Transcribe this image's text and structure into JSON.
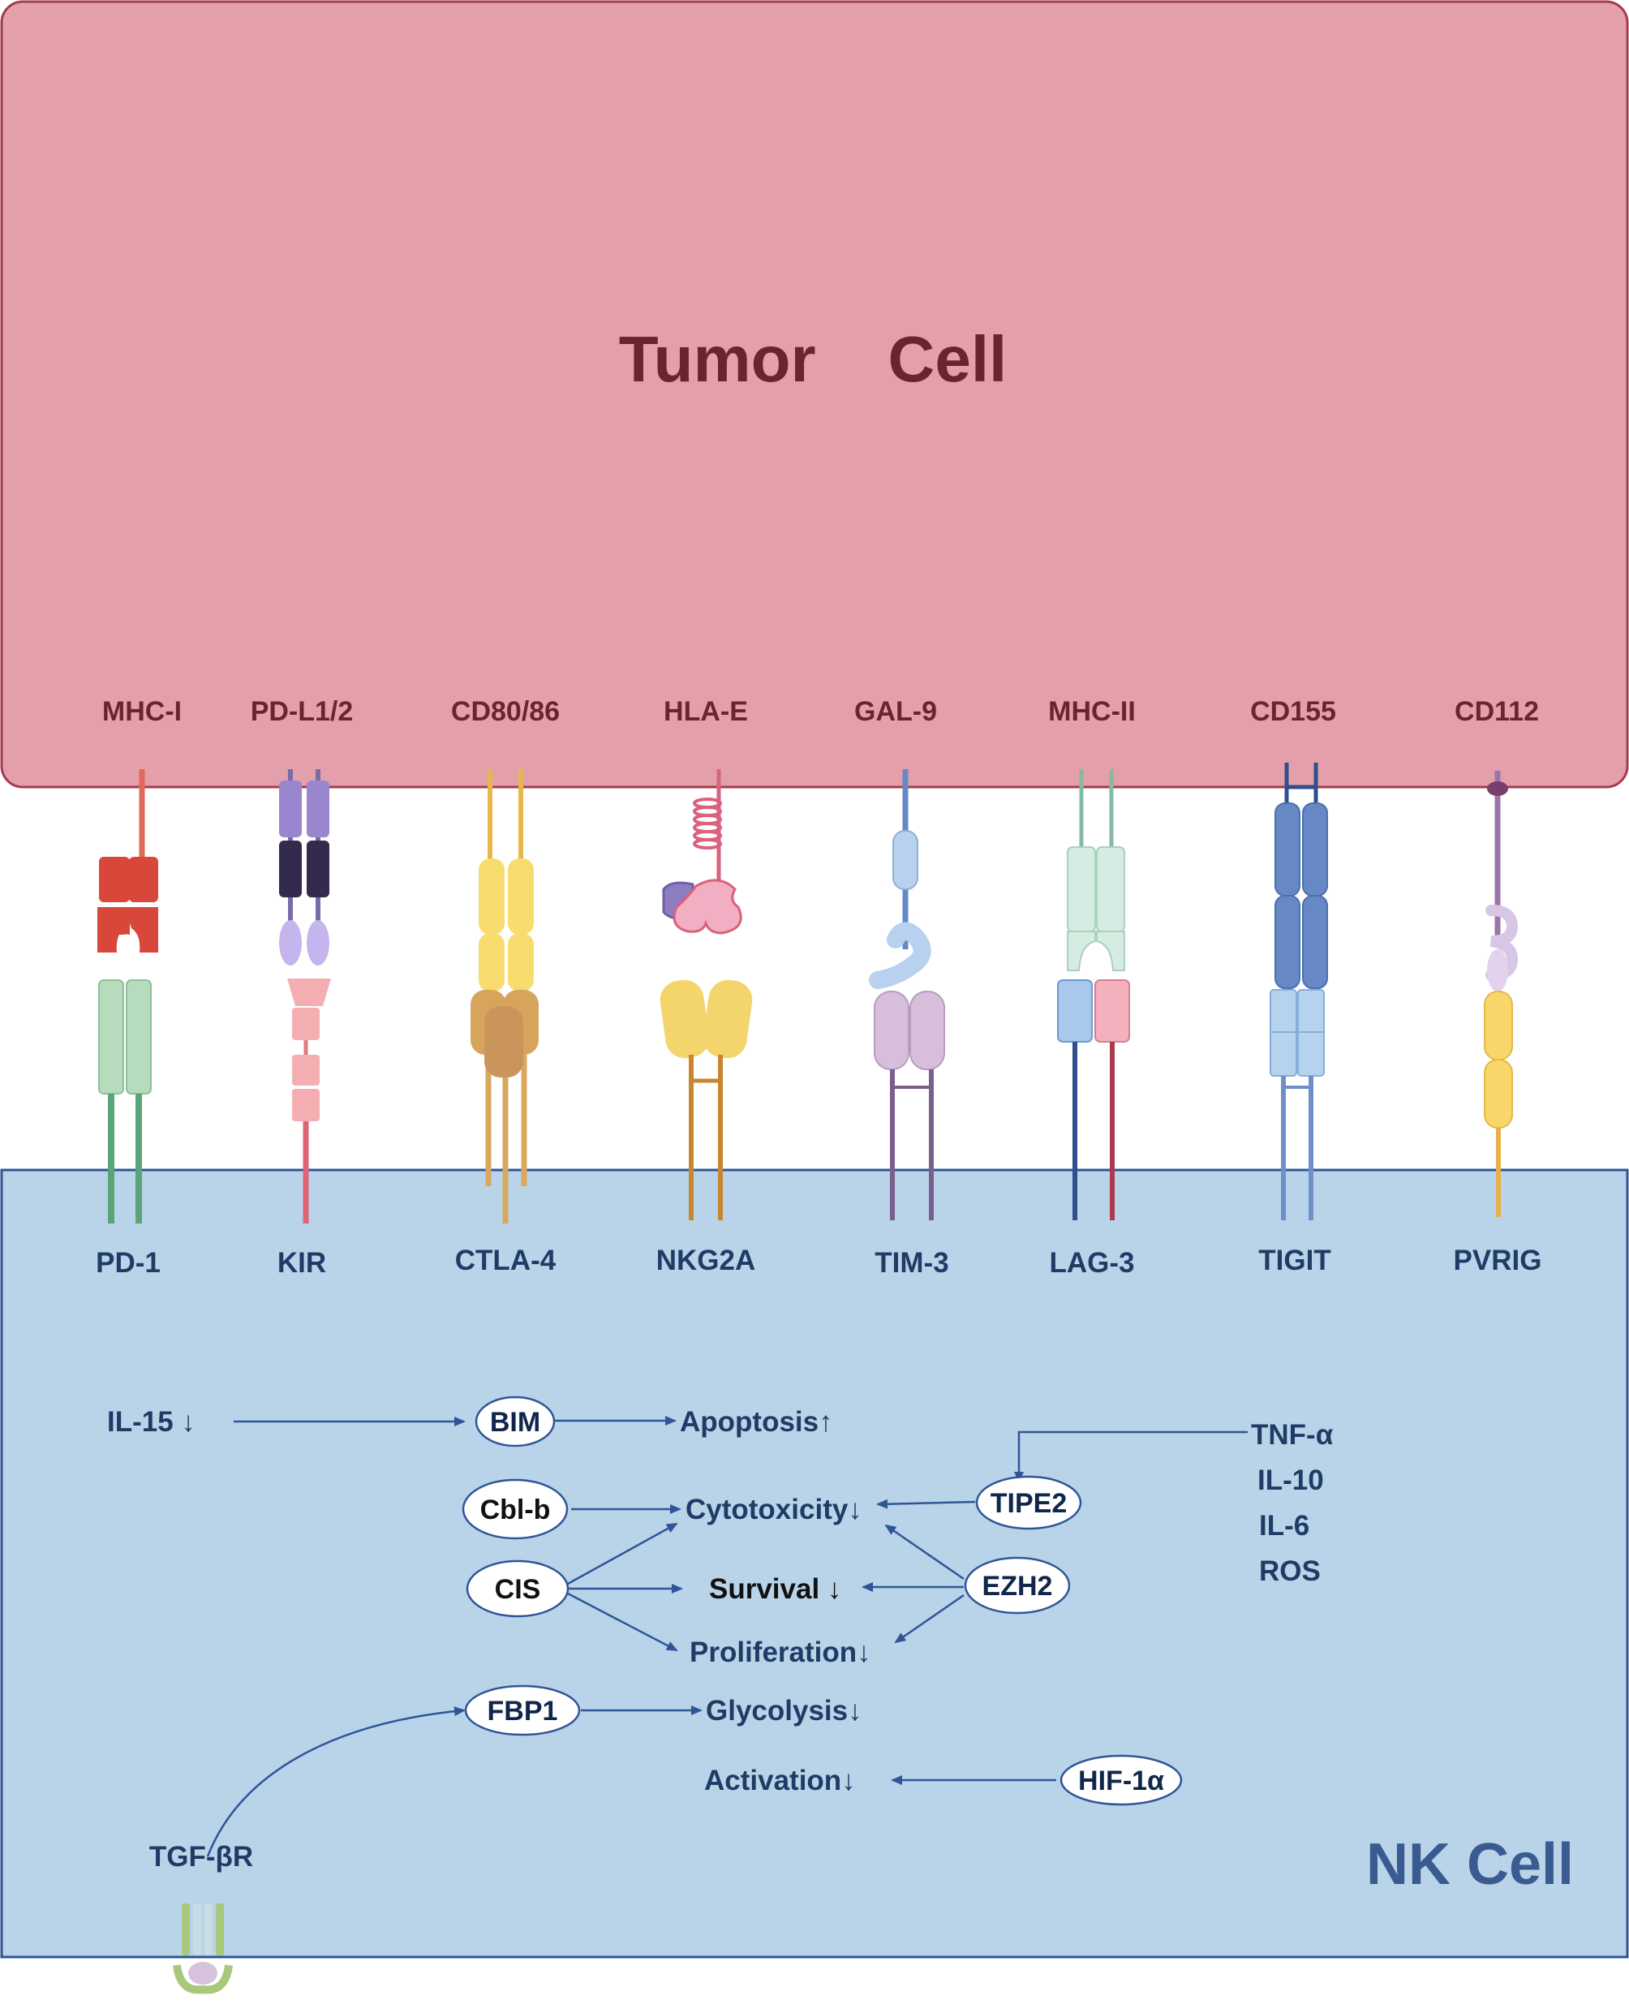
{
  "tumor_cell": {
    "label": "Tumor    Cell",
    "fill": "#e3a0aa",
    "stroke": "#a53b4e"
  },
  "nk_cell": {
    "label": "NK Cell",
    "fill": "#b9d4e9",
    "stroke": "#2f5597"
  },
  "ligands": [
    "MHC-I",
    "PD-L1/2",
    "CD80/86",
    "HLA-E",
    "GAL-9",
    "MHC-II",
    "CD155",
    "CD112"
  ],
  "receptors": [
    "PD-1",
    "KIR",
    "CTLA-4",
    "NKG2A",
    "TIM-3",
    "LAG-3",
    "TIGIT",
    "PVRIG"
  ],
  "pathway": {
    "il15": "IL-15 ↓",
    "bim": "BIM",
    "apoptosis": "Apoptosis↑",
    "cblb": "Cbl-b",
    "cis": "CIS",
    "cytotoxicity": "Cytotoxicity↓",
    "survival": "Survival ↓",
    "proliferation": "Proliferation↓",
    "tipe2": "TIPE2",
    "ezh2": "EZH2",
    "tnfa": "TNF-α",
    "il10": "IL-10",
    "il6": "IL-6",
    "ros": "ROS",
    "fbp1": "FBP1",
    "glycolysis": "Glycolysis↓",
    "activation": "Activation↓",
    "hif1a": "HIF-1α",
    "tgfbr": "TGF-βR"
  },
  "arrow_color": "#2f5597"
}
